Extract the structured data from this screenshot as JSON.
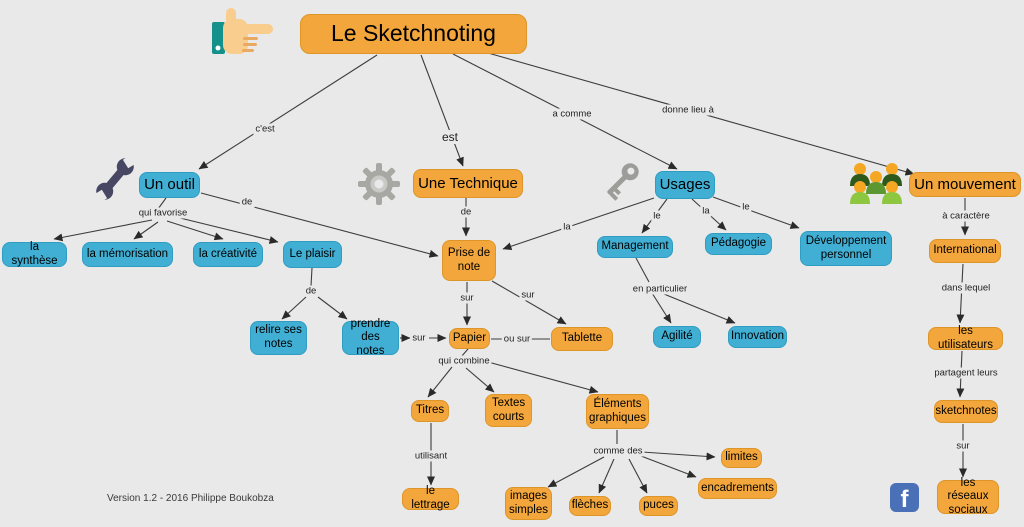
{
  "title": "Le Sketchnoting",
  "nodes": {
    "un_outil": "Un outil",
    "une_technique": "Une Technique",
    "usages": "Usages",
    "un_mouvement": "Un mouvement",
    "la_synthese": "la synthèse",
    "la_memorisation": "la mémorisation",
    "la_creativite": "la créativité",
    "le_plaisir": "Le plaisir",
    "prise_de_note": "Prise de note",
    "management": "Management",
    "pedagogie": "Pédagogie",
    "developpement_personnel": "Développement personnel",
    "international": "International",
    "relire_ses_notes": "relire ses notes",
    "prendre_des_notes": "prendre des notes",
    "papier": "Papier",
    "tablette": "Tablette",
    "agilite": "Agilité",
    "innovation": "Innovation",
    "les_utilisateurs": "les utilisateurs",
    "titres": "Titres",
    "textes_courts": "Textes courts",
    "elements_graphiques": "Éléments graphiques",
    "sketchnotes": "sketchnotes",
    "limites": "limites",
    "encadrements": "encadrements",
    "le_lettrage": "le lettrage",
    "images_simples": "images simples",
    "fleches": "flèches",
    "puces": "puces",
    "les_reseaux_sociaux": "les réseaux sociaux"
  },
  "edge_labels": {
    "cest": "c'est",
    "est": "est",
    "a_comme": "a comme",
    "donne_lieu_a": "donne lieu à",
    "qui_favorise": "qui favorise",
    "outil_de": "de",
    "technique_de": "de",
    "usages_la": "la",
    "management_le": "le",
    "pedagogie_la": "la",
    "developpement_le": "le",
    "en_particulier": "en particulier",
    "plaisir_de": "de",
    "prendre_sur": "sur",
    "prise_papier_sur": "sur",
    "prise_tablette_sur": "sur",
    "ou_sur": "ou sur",
    "qui_combine": "qui combine",
    "utilisant": "utilisant",
    "comme_des": "comme des",
    "a_caractere": "à caractère",
    "dans_lequel": "dans lequel",
    "partagent_leurs": "partagent leurs",
    "reseaux_sur": "sur"
  },
  "icons": {
    "hand": "pointing-hand-icon",
    "wrench": "wrench-icon",
    "gear": "gear-icon",
    "key": "key-icon",
    "people": "people-group-icon",
    "facebook": "facebook-icon",
    "facebook_letter": "f"
  },
  "footer": {
    "version": "Version 1.2  - 2016 Philippe Boukobza"
  },
  "colors": {
    "background": "#e9e9e9",
    "node_orange": "#f2a63c",
    "node_blue": "#41afd4",
    "line": "#3d3d3d",
    "facebook_blue": "#4a70b7",
    "cuff_teal": "#14918a"
  }
}
